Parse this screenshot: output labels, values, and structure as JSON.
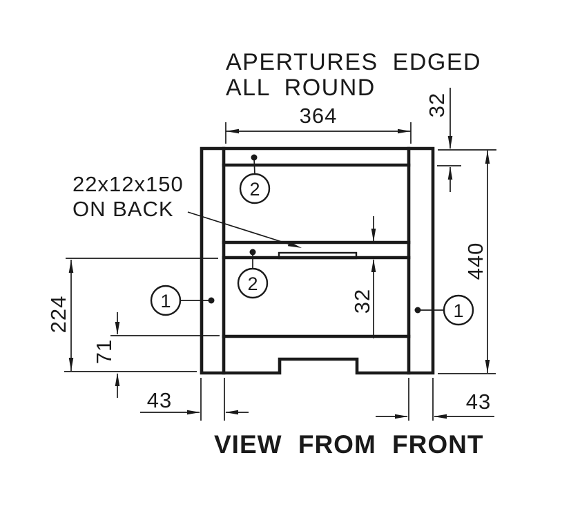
{
  "page": {
    "ink": "#1a1a1a",
    "paper": "#ffffff"
  },
  "title": {
    "line1": "APERTURES EDGED",
    "line2": "ALL ROUND"
  },
  "note": {
    "line1": "22x12x150",
    "line2": "ON BACK"
  },
  "caption": "VIEW FROM FRONT",
  "dimensions": {
    "aperture_width": "364",
    "top_rail_height": "32",
    "overall_height": "440",
    "mid_rail_height": "32",
    "lower_section_height": "224",
    "plinth_height": "71",
    "left_panel_width": "43",
    "right_panel_width": "43"
  },
  "balloons": {
    "top_rail": "2",
    "mid_rail": "2",
    "left_panel": "1",
    "right_panel": "1"
  }
}
